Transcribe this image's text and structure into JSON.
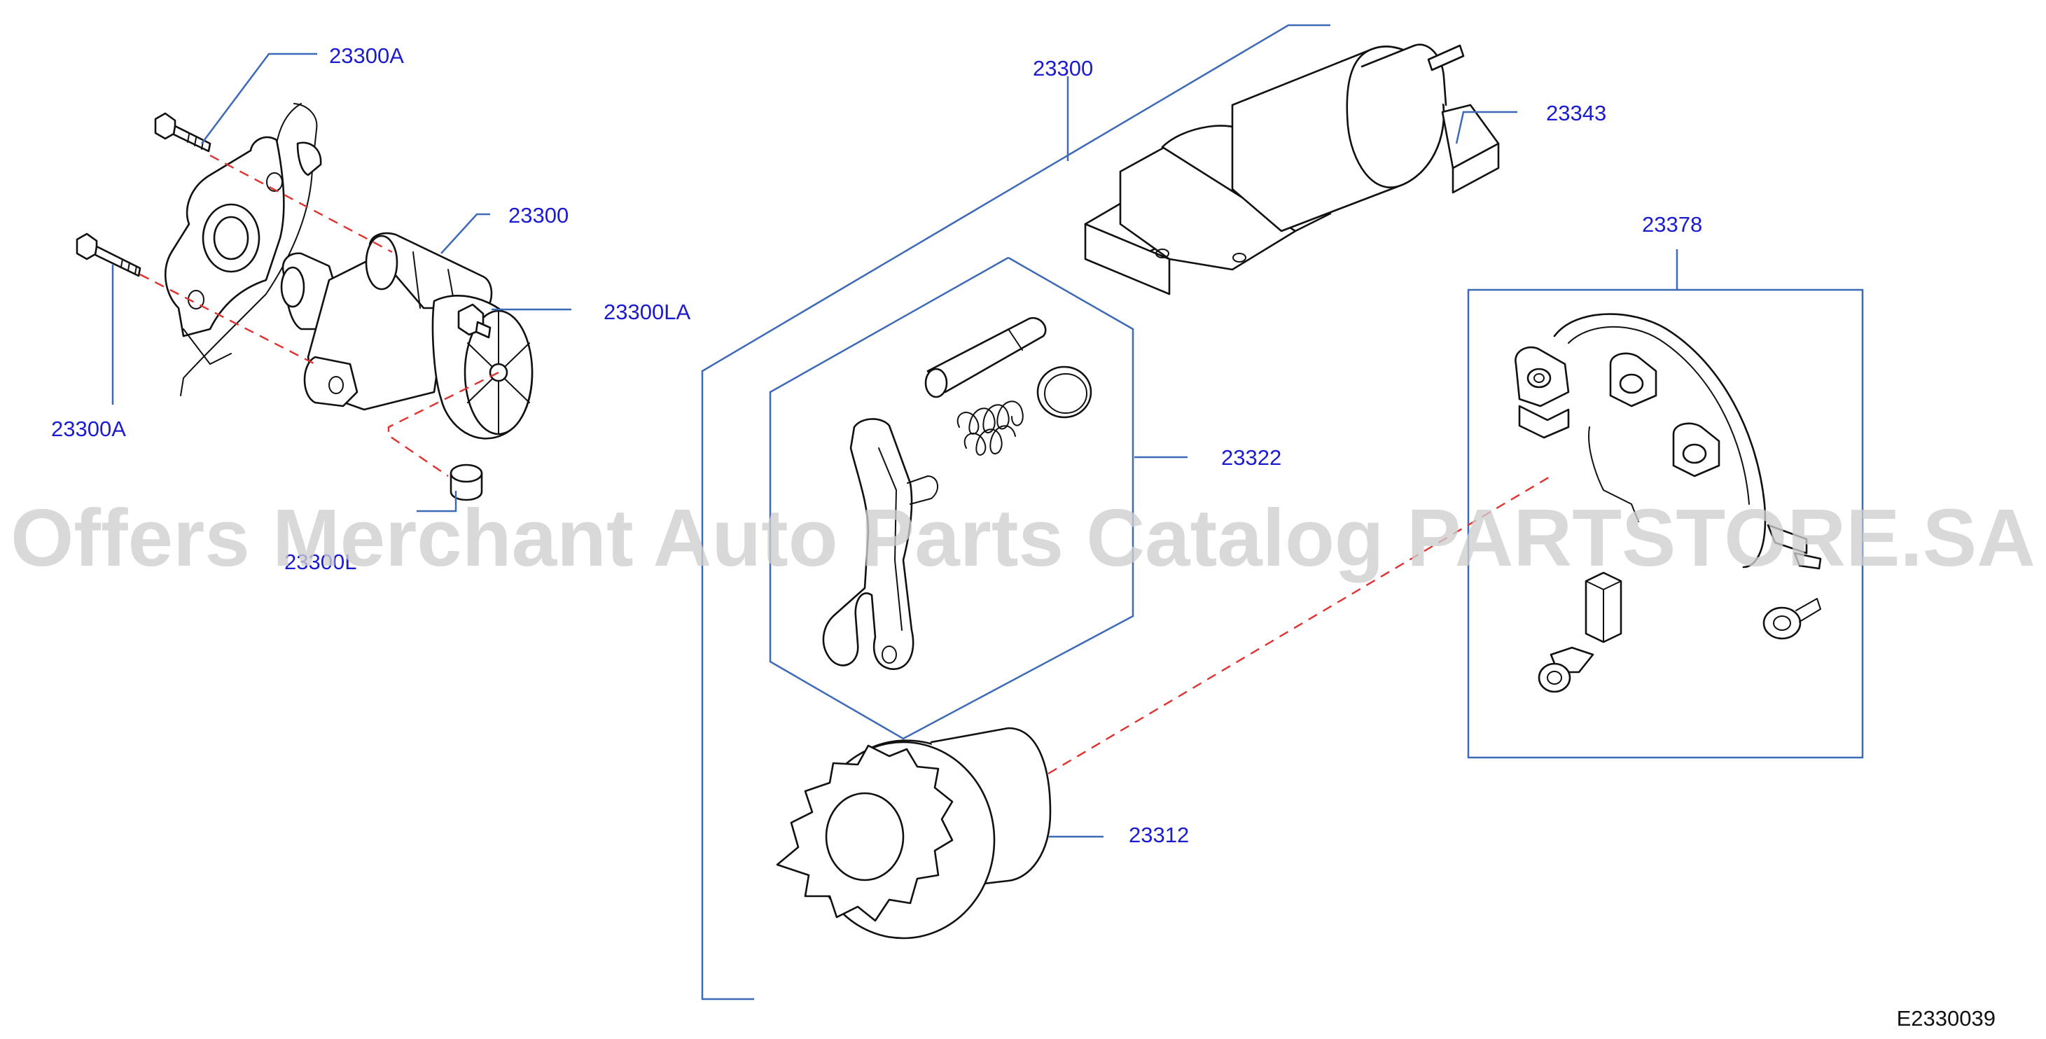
{
  "diagram": {
    "figure_number": "E2330039",
    "watermark": "Offers Merchant Auto Parts Catalog PARTSTORE.SA",
    "callouts": {
      "bolt_upper": "23300A",
      "bolt_lower": "23300A",
      "starter_assembly": "23300",
      "terminal_nut": "23300LA",
      "spacer": "23300L",
      "starter_kit": "23300",
      "magnetic_switch": "23343",
      "brush_holder": "23378",
      "shift_lever_kit": "23322",
      "pinion_clutch": "23312"
    },
    "colors": {
      "callout_text": "#1b1bd0",
      "leader_line": "#3d6ab6",
      "alignment_line": "#e0312e",
      "watermark": "#cfcfcf"
    }
  }
}
